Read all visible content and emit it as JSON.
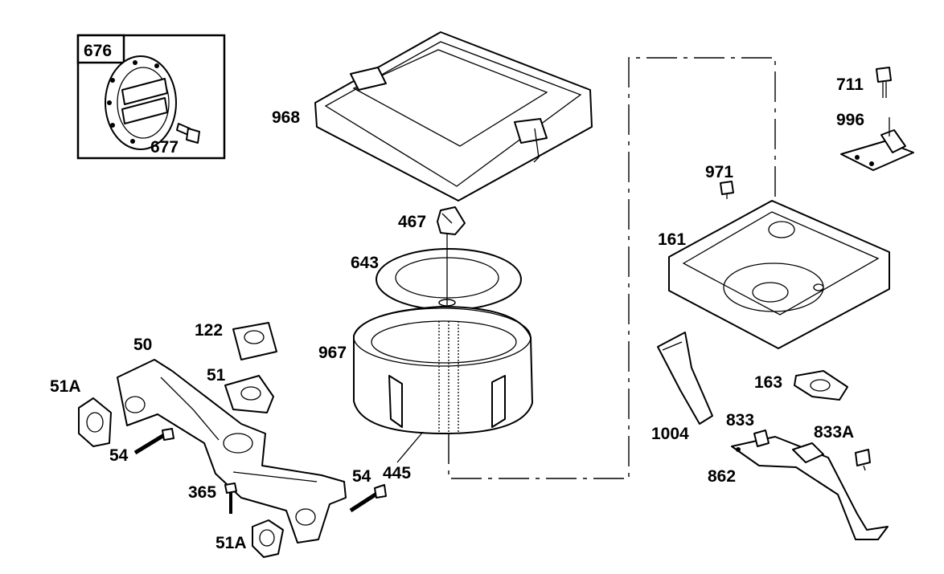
{
  "diagram": {
    "callouts": {
      "p676": "676",
      "p677": "677",
      "p968": "968",
      "p711": "711",
      "p996": "996",
      "p971": "971",
      "p467": "467",
      "p161": "161",
      "p643": "643",
      "p122": "122",
      "p50": "50",
      "p967": "967",
      "p51": "51",
      "p51A_top": "51A",
      "p163": "163",
      "p54_left": "54",
      "p833": "833",
      "p833A": "833A",
      "p1004": "1004",
      "p445": "445",
      "p54_right": "54",
      "p862": "862",
      "p365": "365",
      "p51A_bottom": "51A"
    }
  }
}
